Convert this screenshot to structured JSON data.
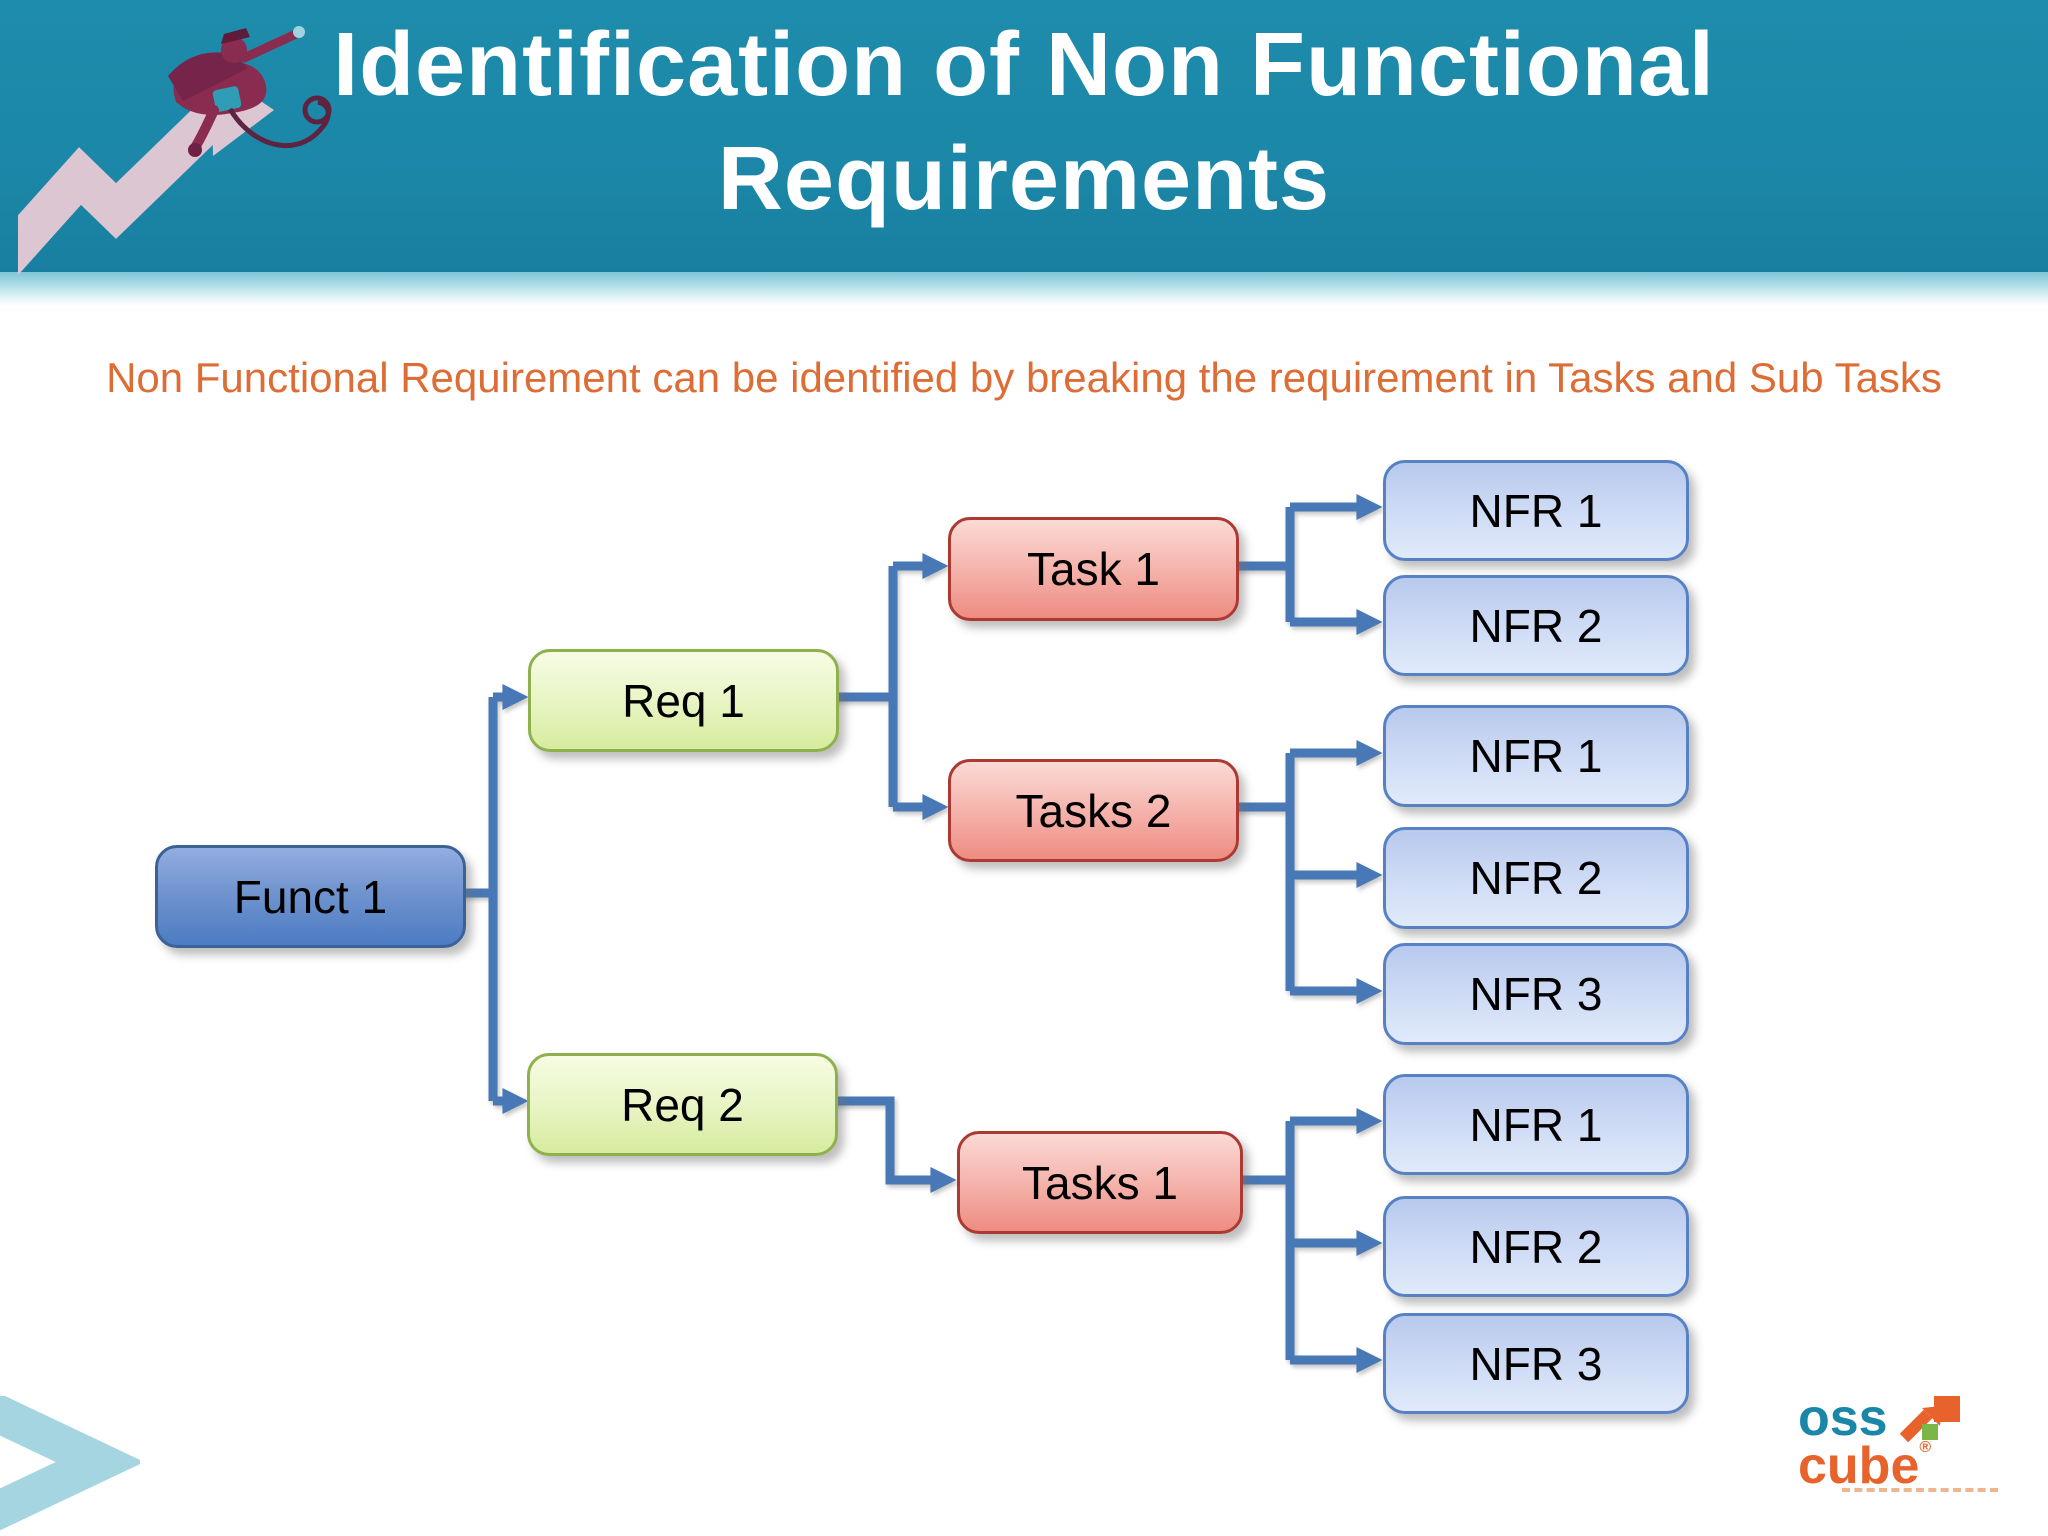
{
  "header": {
    "title_line1": "Identification of Non Functional",
    "title_line2": "Requirements"
  },
  "subtitle": {
    "text": "Non Functional Requirement can be identified by breaking the requirement in Tasks and Sub Tasks"
  },
  "diagram": {
    "root": {
      "label": "Funct 1"
    },
    "requirements": [
      {
        "label": "Req 1"
      },
      {
        "label": "Req 2"
      }
    ],
    "tasks": [
      {
        "label": "Task 1"
      },
      {
        "label": "Tasks 2"
      },
      {
        "label": "Tasks 1"
      }
    ],
    "nfr_groups": {
      "task1": [
        {
          "label": "NFR 1"
        },
        {
          "label": "NFR 2"
        }
      ],
      "tasks2": [
        {
          "label": "NFR 1"
        },
        {
          "label": "NFR 2"
        },
        {
          "label": "NFR 3"
        }
      ],
      "tasks1": [
        {
          "label": "NFR 1"
        },
        {
          "label": "NFR 2"
        },
        {
          "label": "NFR 3"
        }
      ]
    },
    "edges": [
      [
        "Funct 1",
        "Req 1"
      ],
      [
        "Funct 1",
        "Req 2"
      ],
      [
        "Req 1",
        "Task 1"
      ],
      [
        "Req 1",
        "Tasks 2"
      ],
      [
        "Req 2",
        "Tasks 1"
      ],
      [
        "Task 1",
        "NFR 1"
      ],
      [
        "Task 1",
        "NFR 2"
      ],
      [
        "Tasks 2",
        "NFR 1"
      ],
      [
        "Tasks 2",
        "NFR 2"
      ],
      [
        "Tasks 2",
        "NFR 3"
      ],
      [
        "Tasks 1",
        "NFR 1"
      ],
      [
        "Tasks 1",
        "NFR 2"
      ],
      [
        "Tasks 1",
        "NFR 3"
      ]
    ]
  },
  "logo": {
    "oss": "oss",
    "cube": "cube",
    "registered": "®"
  },
  "colors": {
    "header_teal": "#1c87a8",
    "header_band": "#a9dbe6",
    "subtitle_orange": "#dd6c35",
    "connector_blue": "#4878b6",
    "function_box_blue": "#4c7cc3",
    "requirement_box_green": "#d6ec9e",
    "task_box_red": "#ee8c82",
    "nfr_box_blue": "#ccd9f4",
    "logo_teal": "#1b87a8",
    "logo_orange": "#e8632c",
    "chevron_teal": "#a6d5e2"
  }
}
